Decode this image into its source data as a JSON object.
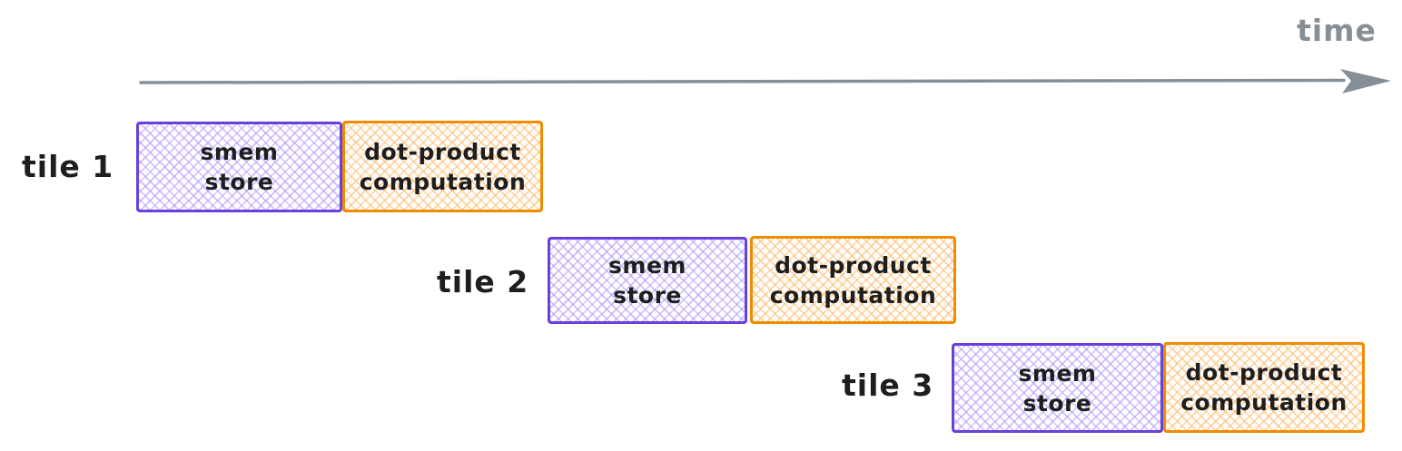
{
  "diagram": {
    "axis": {
      "label": "time"
    },
    "rows": [
      {
        "label": "tile 1",
        "segments": [
          {
            "name": "smem store",
            "line1": "smem",
            "line2": "store"
          },
          {
            "name": "dot-product computation",
            "line1": "dot-product",
            "line2": "computation"
          }
        ]
      },
      {
        "label": "tile 2",
        "segments": [
          {
            "name": "smem store",
            "line1": "smem",
            "line2": "store"
          },
          {
            "name": "dot-product computation",
            "line1": "dot-product",
            "line2": "computation"
          }
        ]
      },
      {
        "label": "tile 3",
        "segments": [
          {
            "name": "smem store",
            "line1": "smem",
            "line2": "store"
          },
          {
            "name": "dot-product computation",
            "line1": "dot-product",
            "line2": "computation"
          }
        ]
      }
    ],
    "colors": {
      "violet_stroke": "#6741d9",
      "violet_fill": "#b197fc",
      "orange_stroke": "#f08c00",
      "orange_fill": "#ffc078",
      "axis_gray": "#868e96",
      "text_dark": "#1e1e1e"
    }
  }
}
